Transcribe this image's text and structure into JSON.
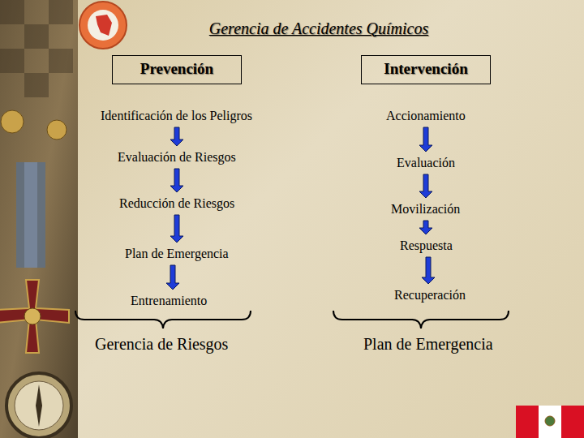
{
  "diagram": {
    "title": "Gerencia de Accidentes Químicos",
    "nodes": [
      {
        "text": [
          "Prevención"
        ]
      },
      {
        "text": [
          "Identificación de los Peligros"
        ]
      },
      {
        "text": [
          "Evaluación de Riesgos"
        ]
      },
      {
        "text": [
          "Reducción de Riesgos"
        ]
      },
      {
        "text": [
          "Plan de Emergencia"
        ]
      },
      {
        "text": [
          "Entrenamiento"
        ]
      },
      {
        "text": [
          "Intervención"
        ]
      },
      {
        "text": [
          "Accionamiento"
        ]
      },
      {
        "text": [
          "Evaluación"
        ]
      },
      {
        "text": [
          "Movilización"
        ]
      },
      {
        "text": [
          "Respuesta"
        ]
      },
      {
        "text": [
          "Recuperación"
        ]
      }
    ],
    "edges": [
      {
        "from": 1,
        "to": 2,
        "arrow": "to"
      },
      {
        "from": 2,
        "to": 3,
        "arrow": "to"
      },
      {
        "from": 3,
        "to": 4,
        "arrow": "to"
      },
      {
        "from": 4,
        "to": 5,
        "arrow": "to"
      },
      {
        "from": 7,
        "to": 8,
        "arrow": "to"
      },
      {
        "from": 8,
        "to": 9,
        "arrow": "to"
      },
      {
        "from": 9,
        "to": 10,
        "arrow": "to"
      },
      {
        "from": 10,
        "to": 11,
        "arrow": "to"
      }
    ],
    "labels": [
      "Gerencia de Riesgos",
      "Plan de Emergencia"
    ]
  }
}
